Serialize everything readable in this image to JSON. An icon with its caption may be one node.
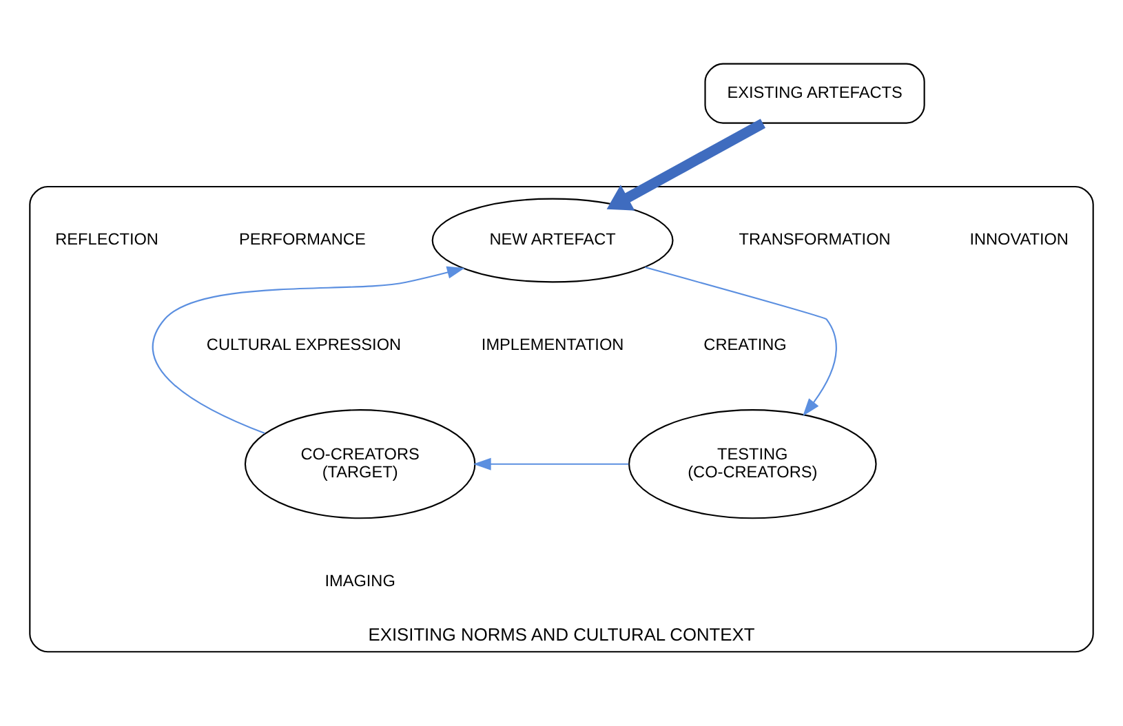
{
  "diagram": {
    "nodes": [
      {
        "text": [
          "EXISITING NORMS AND CULTURAL CONTEXT"
        ]
      },
      {
        "text": [
          "EXISTING ARTEFACTS"
        ]
      },
      {
        "text": [
          "NEW ARTEFACT"
        ],
        "in": 0
      },
      {
        "text": [
          "CO-CREATORS",
          "(TARGET)"
        ],
        "in": 0
      },
      {
        "text": [
          "TESTING",
          "(CO-CREATORS)"
        ],
        "in": 0
      }
    ],
    "edges": [
      {
        "from": 1,
        "to": 2,
        "arrow": "to",
        "style": "thick",
        "color": "#3f6cbf"
      },
      {
        "from": 2,
        "to": 4,
        "arrow": "to"
      },
      {
        "from": 4,
        "to": 3,
        "arrow": "to"
      },
      {
        "from": 3,
        "to": 2,
        "arrow": "to"
      }
    ],
    "labels": [
      "TRANSFORMATION",
      "INNOVATION",
      "PERFORMANCE",
      "REFLECTION",
      "CULTURAL EXPRESSION",
      "IMPLEMENTATION",
      "CREATING",
      "IMAGING"
    ]
  }
}
